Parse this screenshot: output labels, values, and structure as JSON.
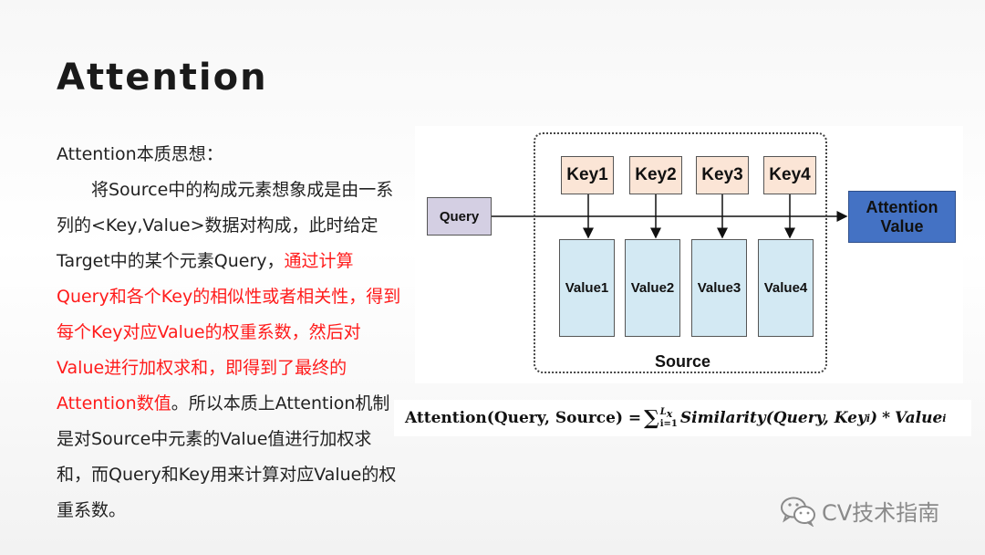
{
  "title": "Attention",
  "text": {
    "heading": "Attention本质思想：",
    "p1": "将Source中的构成元素想象成是由一系列的<Key,Value>数据对构成，此时给定Target中的某个元素Query，",
    "p1_red": "通过计算Query和各个Key的相似性或者相关性，得到每个Key对应Value的权重系数，然后对Value进行加权求和，即得到了最终的Attention数值",
    "p1_tail": "。所以本质上Attention机制是对Source中元素的Value值进行加权求和，而Query和Key用来计算对应Value的权重系数。"
  },
  "diagram": {
    "query": "Query",
    "keys": [
      "Key1",
      "Key2",
      "Key3",
      "Key4"
    ],
    "values": [
      "Value1",
      "Value2",
      "Value3",
      "Value4"
    ],
    "output": "Attention Value",
    "source_label": "Source",
    "colors": {
      "key": "#fbe5d6",
      "value": "#d3e9f3",
      "query": "#d4cfe3",
      "output": "#4472c4"
    }
  },
  "formula": {
    "lhs": "Attention(Query, Source) =",
    "sum_upper": "L",
    "sum_upper_sub": "x",
    "sum_lower": "i=1",
    "term1": "Similarity(Query, Key",
    "sub_i": "i",
    "term1_close": ")",
    "times": "*",
    "term2": "Value",
    "sub_i2": "i"
  },
  "watermark": {
    "text": "CV技术指南",
    "icon": "wechat-icon"
  }
}
